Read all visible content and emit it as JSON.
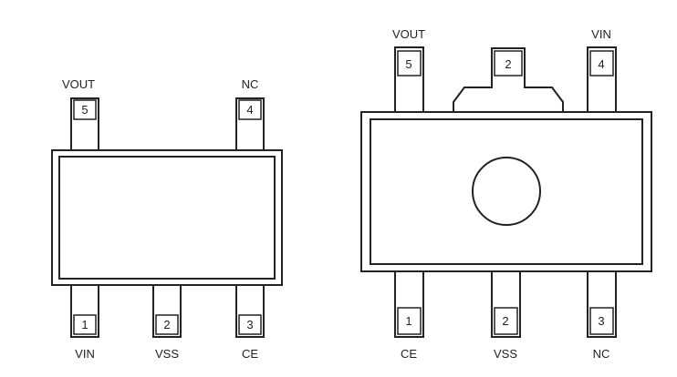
{
  "left_package": {
    "top_pins": [
      {
        "number": "5",
        "name": "VOUT"
      },
      {
        "number": "4",
        "name": "NC"
      }
    ],
    "bottom_pins": [
      {
        "number": "1",
        "name": "VIN"
      },
      {
        "number": "2",
        "name": "VSS"
      },
      {
        "number": "3",
        "name": "CE"
      }
    ]
  },
  "right_package": {
    "top_pins": [
      {
        "number": "5",
        "name": "VOUT"
      },
      {
        "number": "2",
        "name": ""
      },
      {
        "number": "4",
        "name": "VIN"
      }
    ],
    "bottom_pins": [
      {
        "number": "1",
        "name": "CE"
      },
      {
        "number": "2",
        "name": "VSS"
      },
      {
        "number": "3",
        "name": "NC"
      }
    ]
  },
  "colors": {
    "stroke": "#222222",
    "background": "#ffffff"
  }
}
